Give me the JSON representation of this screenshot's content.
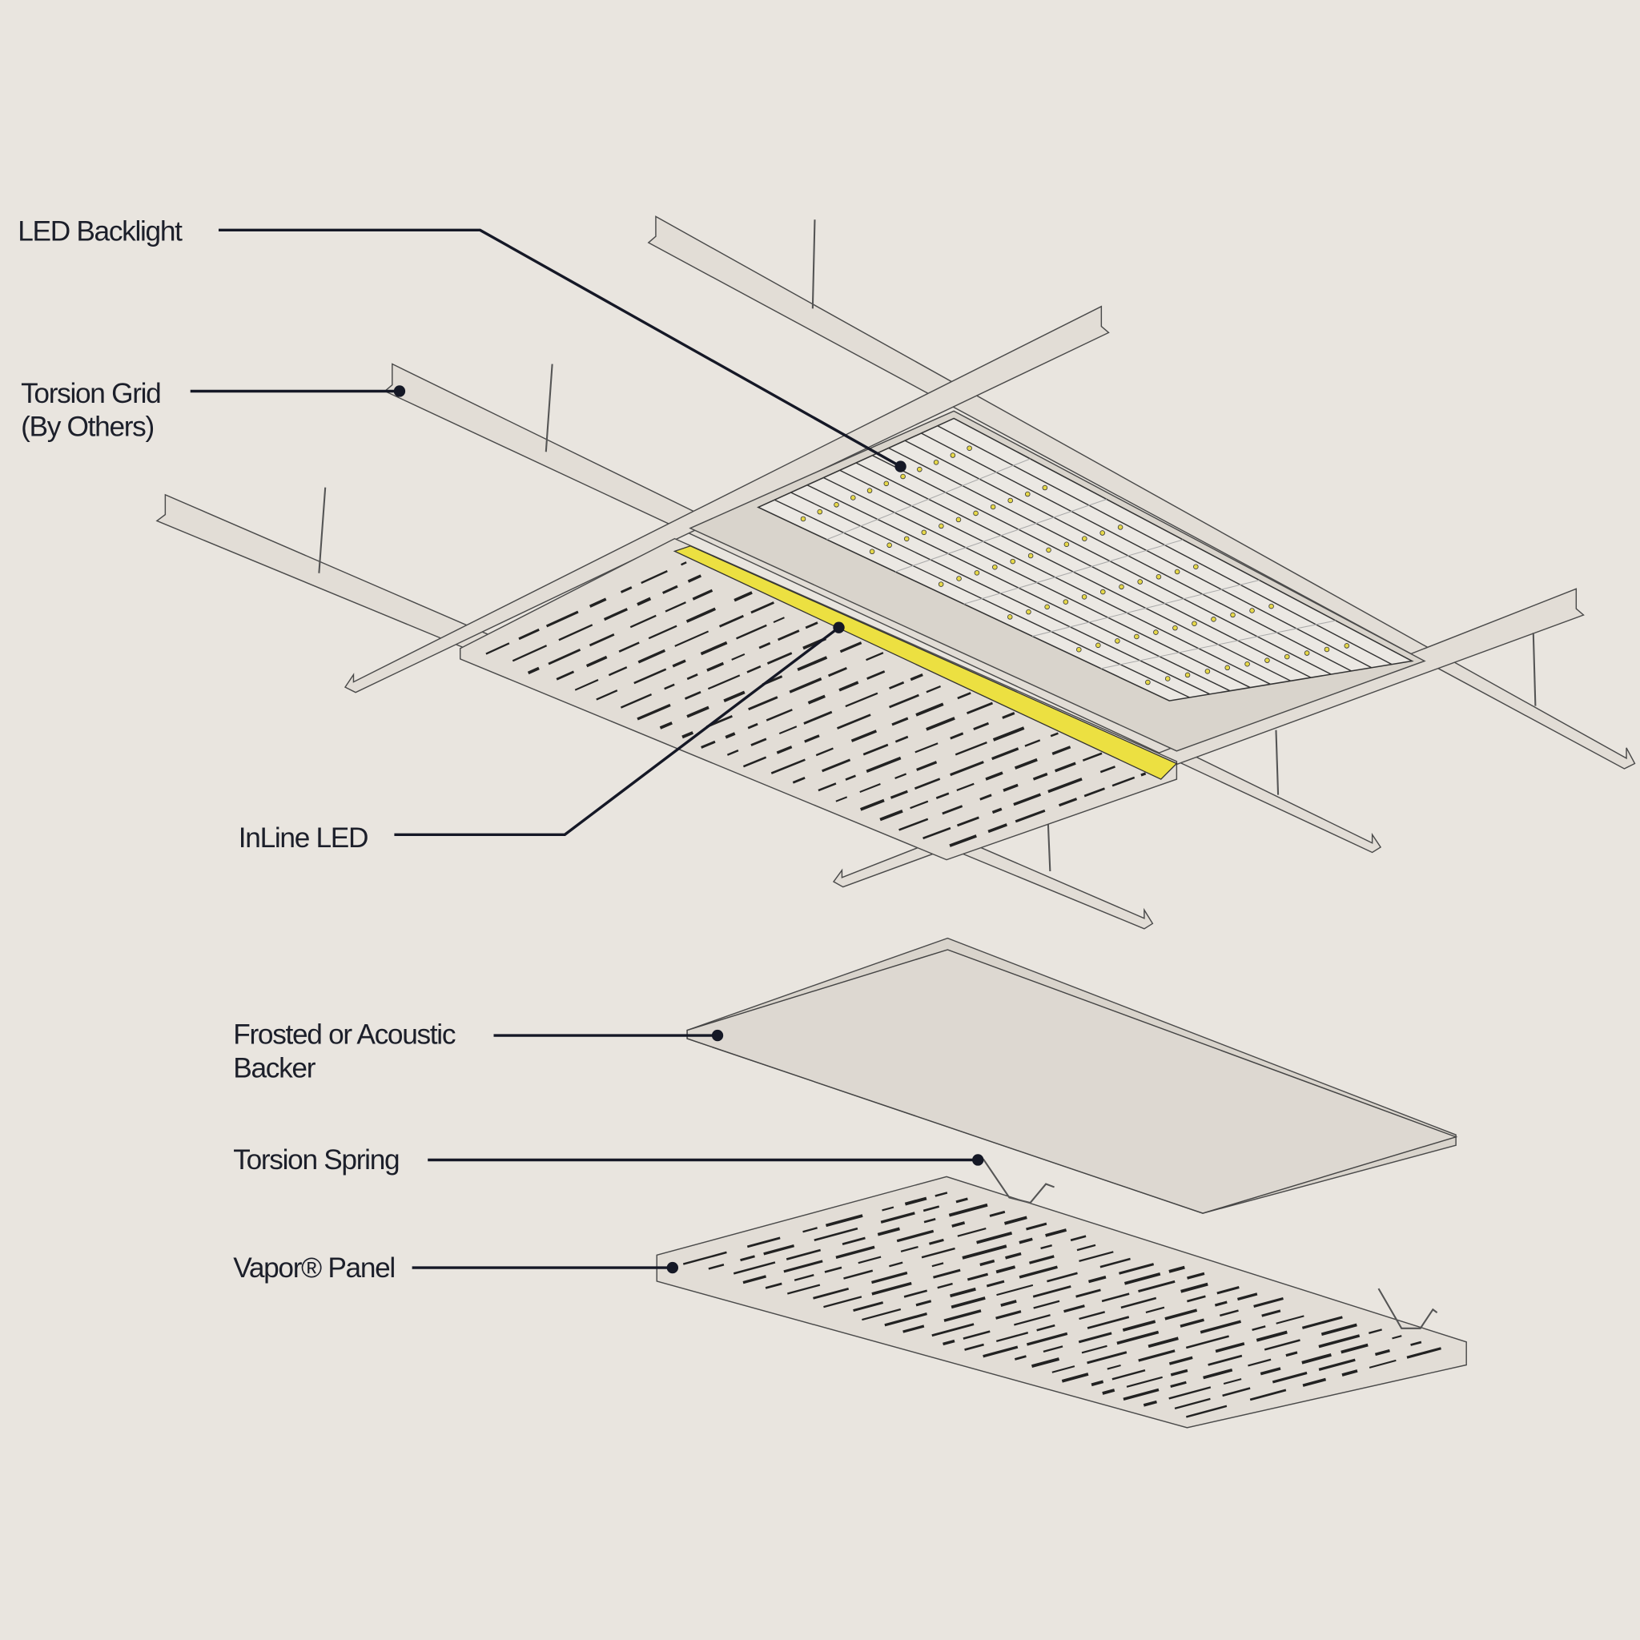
{
  "labels": {
    "led_backlight": "LED Backlight",
    "torsion_grid_line1": "Torsion Grid",
    "torsion_grid_line2": "(By Others)",
    "inline_led": "InLine LED",
    "backer_line1": "Frosted or Acoustic",
    "backer_line2": "Backer",
    "torsion_spring": "Torsion Spring",
    "vapor_panel": "Vapor® Panel"
  },
  "colors": {
    "background": "#e9e5df",
    "inline_led": "#ece041",
    "led_dot": "#e6d84a",
    "leader": "#151826"
  }
}
